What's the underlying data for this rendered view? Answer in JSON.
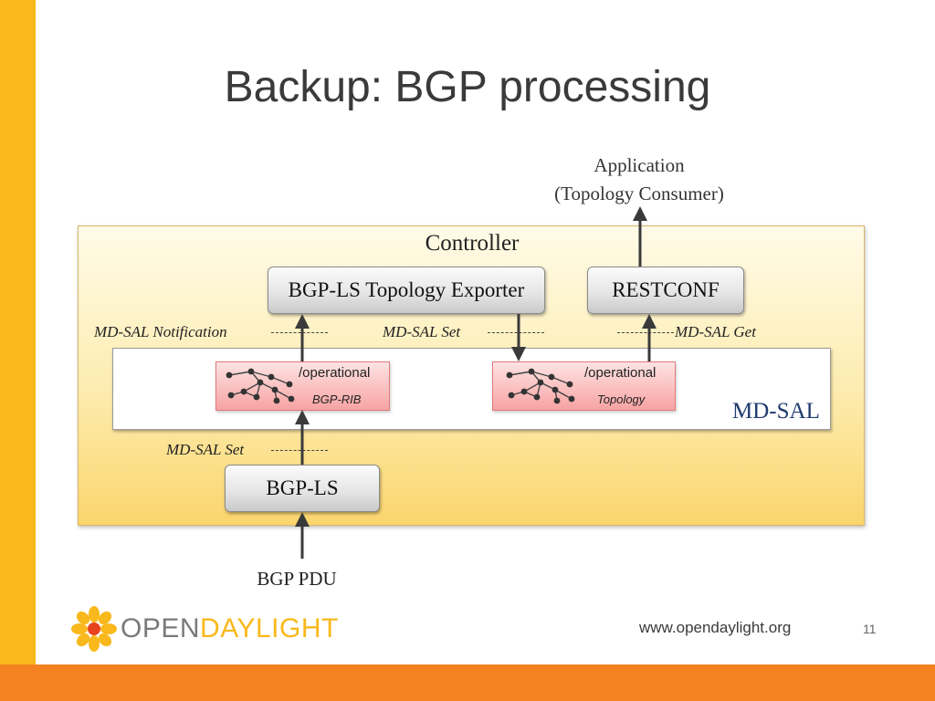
{
  "slide": {
    "title": "Backup: BGP processing",
    "page_number": "11",
    "url": "www.opendaylight.org"
  },
  "logo": {
    "part1": "OPEN",
    "part2": "DAYLIGHT",
    "icon": "opendaylight-sun-icon"
  },
  "diagram": {
    "application_line1": "Application",
    "application_line2": "(Topology Consumer)",
    "controller_label": "Controller",
    "mdsal_label": "MD-SAL",
    "exporter_label": "BGP-LS Topology Exporter",
    "restconf_label": "RESTCONF",
    "bgpls_label": "BGP-LS",
    "bgp_pdu_label": "BGP PDU",
    "rib_store": {
      "path": "/operational",
      "name": "BGP-RIB",
      "icon": "tree-icon"
    },
    "topology_store": {
      "path": "/operational",
      "name": "Topology",
      "icon": "tree-icon"
    },
    "edge_labels": {
      "notification": "MD-SAL Notification",
      "set_top": "MD-SAL Set",
      "get": "MD-SAL Get",
      "set_bottom": "MD-SAL Set"
    }
  },
  "colors": {
    "left_bar": "#f9b81b",
    "bottom_bar": "#f58220",
    "mdsal_text": "#1f3a6e"
  }
}
